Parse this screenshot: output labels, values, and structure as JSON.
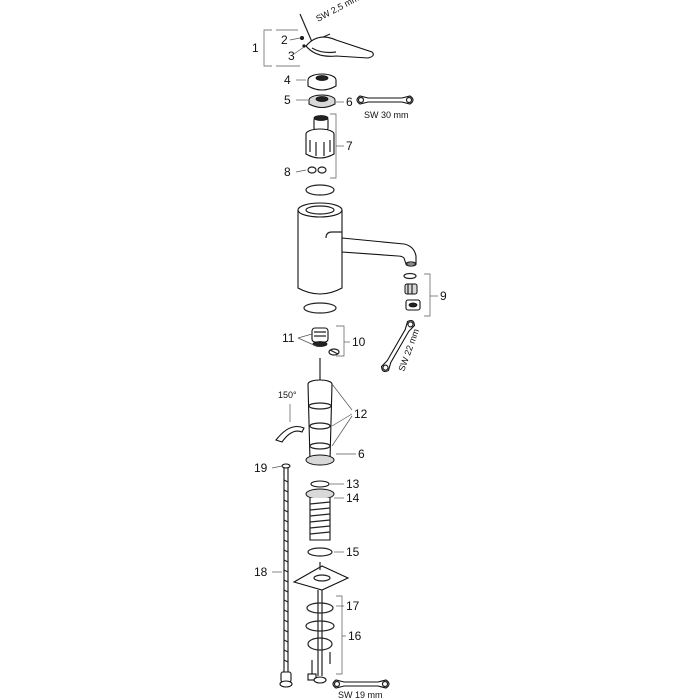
{
  "labels": {
    "p1": "1",
    "p2": "2",
    "p3": "3",
    "p4": "4",
    "p5": "5",
    "p6a": "6",
    "p6b": "6",
    "p7": "7",
    "p8": "8",
    "p9": "9",
    "p10": "10",
    "p11": "11",
    "p12": "12",
    "p13": "13",
    "p14": "14",
    "p15": "15",
    "p16": "16",
    "p17": "17",
    "p18": "18",
    "p19": "19"
  },
  "tools": {
    "hex_key": "SW 2,5 mm",
    "wrench_30": "SW 30 mm",
    "wrench_22": "SW 22 mm",
    "wrench_19": "SW 19 mm"
  },
  "angle": "150°"
}
